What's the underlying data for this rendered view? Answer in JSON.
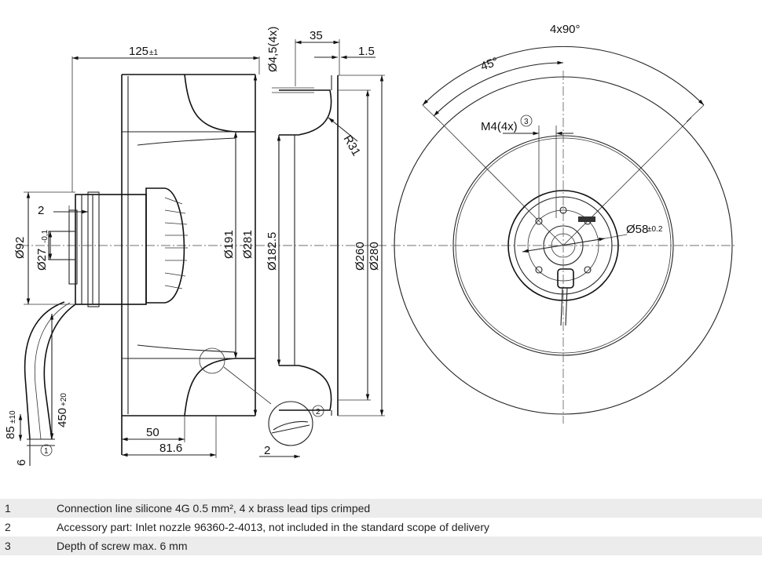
{
  "dimensions": {
    "length_125": "125",
    "length_125_tol": "±1",
    "d_4_5_holes": "Ø4,5(4x)",
    "w_35": "35",
    "w_1_5": "1.5",
    "r_31": "R31",
    "ang_4x90": "4x90°",
    "ang_45": "45°",
    "m4": "M4(4x)",
    "d_58": "Ø58",
    "d_58_tol": "±0.2",
    "w_2_top": "2",
    "d_92": "Ø92",
    "d_27": "Ø27",
    "d_27_tol": "-0,1",
    "d_191": "Ø191",
    "d_281": "Ø281",
    "d_182_5": "Ø182.5",
    "d_260": "Ø260",
    "d_280": "Ø280",
    "len_450": "450",
    "len_450_tol": "+20",
    "len_85": "85",
    "len_85_tol": "±10",
    "len_6": "6",
    "w_50": "50",
    "w_81_6": "81.6",
    "w_2_bottom": "2"
  },
  "callouts": {
    "c1": "1",
    "c2": "2",
    "c3": "3"
  },
  "notes": [
    {
      "num": "1",
      "text": "Connection line silicone 4G 0.5 mm², 4 x brass lead tips crimped"
    },
    {
      "num": "2",
      "text": "Accessory part: Inlet nozzle 96360-2-4013, not included in the standard scope of delivery"
    },
    {
      "num": "3",
      "text": "Depth of screw max. 6 mm"
    }
  ]
}
